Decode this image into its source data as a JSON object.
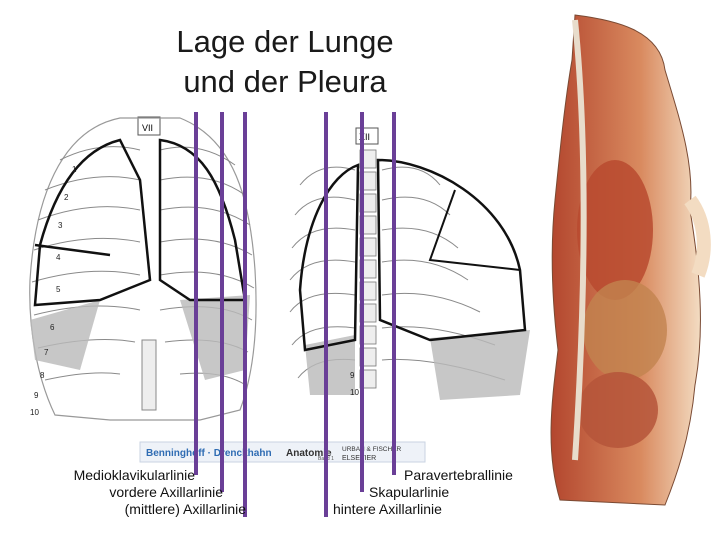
{
  "title": {
    "line1": "Lage der Lunge",
    "line2": "und der Pleura"
  },
  "left_labels": [
    "Medioklavikularlinie",
    "vordere Axillarlinie",
    "(mittlere) Axillarlinie"
  ],
  "right_labels": [
    "Paravertebrallinie",
    "Skapularlinie",
    "hintere Axillarlinie"
  ],
  "credit": {
    "authors": "Benninghoff · Drenckhahn",
    "book": "Anatomie",
    "volume": "Band 1",
    "publisher_line1": "URBAN & FISCHER",
    "publisher_line2": "ELSEVIER"
  },
  "vertebra_labels": {
    "front": "VII",
    "back": "XII"
  },
  "rib_numbers": [
    "1",
    "2",
    "3",
    "4",
    "5",
    "6",
    "7",
    "8",
    "9",
    "10"
  ],
  "colors": {
    "reference_line": "#6a3f97",
    "lung_outline": "#111111",
    "pleura_shading": "#b9b9b9",
    "rib_line": "#8a8a8a",
    "banner_blue": "#2f6cb3"
  }
}
